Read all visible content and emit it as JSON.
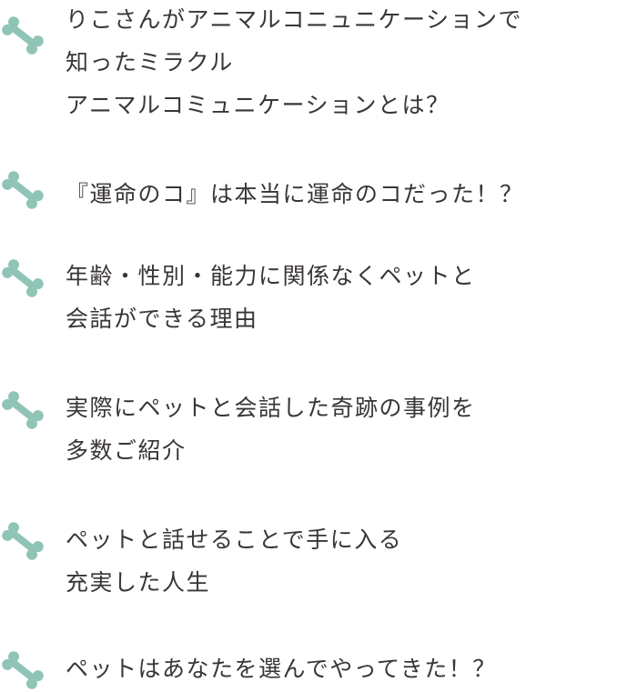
{
  "colors": {
    "bone": "#8fc4b7",
    "text": "#3a3536",
    "background": "#ffffff"
  },
  "bullet_icon": "bone-icon",
  "items": [
    {
      "lines": [
        "りこさんがアニマルコニュニケーションで",
        "知ったミラクル",
        "アニマルコミュニケーションとは？"
      ]
    },
    {
      "lines": [
        "『運命のコ』は本当に運命のコだった！？"
      ]
    },
    {
      "lines": [
        "年齢・性別・能力に関係なくペットと",
        "会話ができる理由"
      ]
    },
    {
      "lines": [
        "実際にペットと会話した奇跡の事例を",
        "多数ご紹介"
      ]
    },
    {
      "lines": [
        "ペットと話せることで手に入る",
        "充実した人生"
      ]
    },
    {
      "lines": [
        "ペットはあなたを選んでやってきた！？"
      ]
    }
  ]
}
